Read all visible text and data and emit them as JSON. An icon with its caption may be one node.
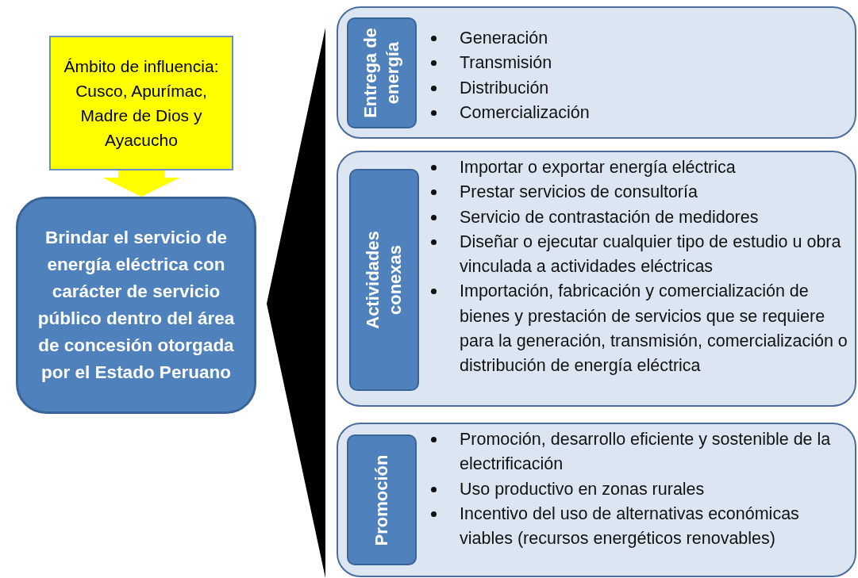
{
  "diagram": {
    "nodes": [
      {
        "text": [
          "Ámbito de influencia: Cusco, Apurímac, Madre de Dios y Ayacucho"
        ]
      },
      {
        "text": [
          "Brindar el servicio de energía eléctrica con carácter de servicio público dentro del área de concesión otorgada por el Estado Peruano"
        ]
      },
      {
        "text": [
          "Generación",
          "Transmisión",
          "Distribución",
          "Comercialización"
        ]
      },
      {
        "text": [
          "Entrega de energía"
        ],
        "in": 2
      },
      {
        "text": [
          "Importar o exportar energía eléctrica",
          "Prestar servicios de consultoría",
          "Servicio de contrastación de medidores",
          "Diseñar o ejecutar cualquier tipo de estudio u obra vinculada a actividades eléctricas",
          "Importación, fabricación y comercialización de bienes y prestación de servicios que se requiere para la generación, transmisión, comercialización o distribución de energía eléctrica"
        ]
      },
      {
        "text": [
          "Actividades conexas"
        ],
        "in": 4
      },
      {
        "text": [
          "Promoción, desarrollo eficiente y sostenible de la electrificación",
          "Uso productivo en zonas rurales",
          "Incentivo del uso de alternativas económicas viables (recursos energéticos renovables)"
        ]
      },
      {
        "text": [
          "Promoción"
        ],
        "in": 6
      }
    ],
    "edges": [
      {
        "from": 0,
        "to": 1,
        "arrow": "to"
      }
    ]
  }
}
